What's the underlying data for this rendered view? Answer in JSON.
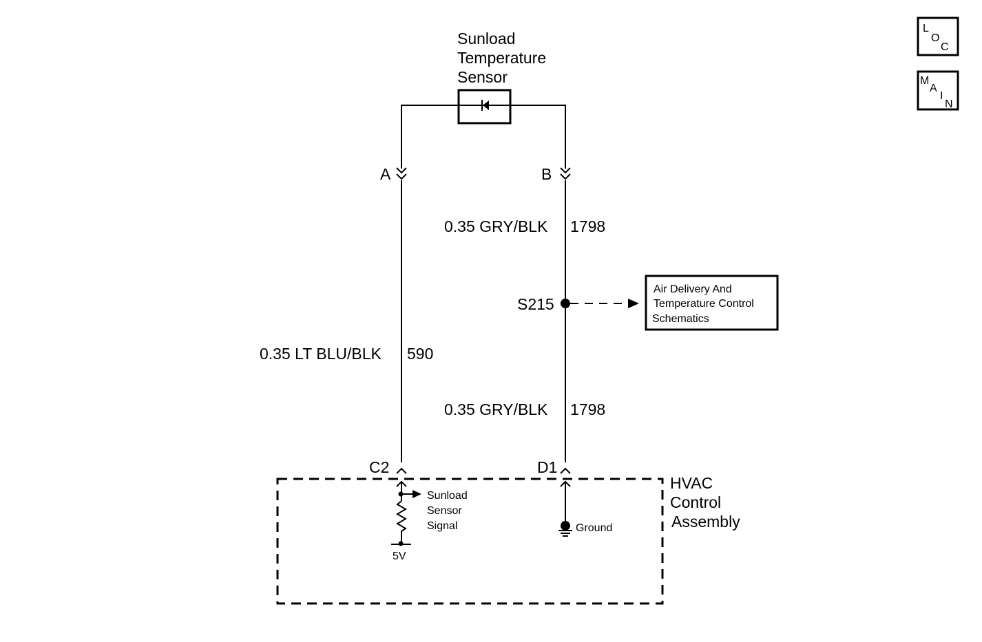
{
  "sensor": {
    "title_line1": "Sunload",
    "title_line2": "Temperature",
    "title_line3": "Sensor"
  },
  "connectors": {
    "a": "A",
    "b": "B",
    "c2": "C2",
    "d1": "D1"
  },
  "wires": {
    "left": "0.35 LT BLU/BLK",
    "left_circuit": "590",
    "right_upper": "0.35 GRY/BLK",
    "right_upper_circuit": "1798",
    "right_lower": "0.35 GRY/BLK",
    "right_lower_circuit": "1798"
  },
  "splice": {
    "label": "S215"
  },
  "reference_box": {
    "line1": "Air Delivery And",
    "line2": "Temperature Control",
    "line3": "Schematics"
  },
  "module": {
    "line1": "HVAC",
    "line2": "Control",
    "line3": "Assembly",
    "signal_line1": "Sunload",
    "signal_line2": "Sensor",
    "signal_line3": "Signal",
    "supply": "5V",
    "ground": "Ground"
  },
  "nav": {
    "loc": {
      "l1": "L",
      "l2": "O",
      "l3": "C"
    },
    "main": {
      "l1": "M",
      "l2": "A",
      "l3": "I",
      "l4": "N"
    }
  }
}
